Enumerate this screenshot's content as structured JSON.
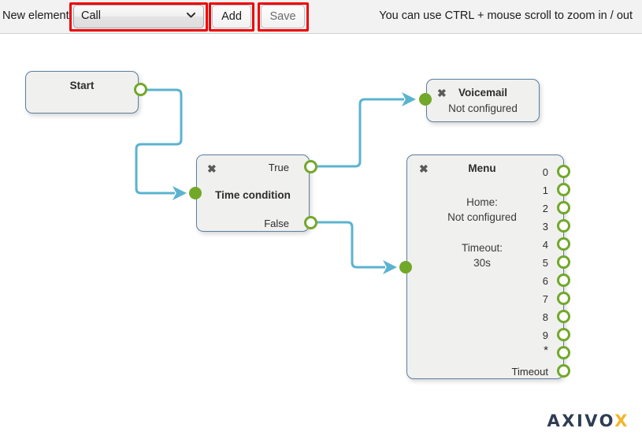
{
  "toolbar": {
    "label": "New element",
    "element_select": {
      "value": "Call",
      "options": [
        "Call"
      ],
      "icon": "chevron-down-icon"
    },
    "add_label": "Add",
    "save_label": "Save",
    "hint": "You can use CTRL + mouse scroll to zoom in / out"
  },
  "annotations": {
    "arrow_color": "#ef0000",
    "highlight_color": "#ef0000",
    "arrows": 3
  },
  "nodes": {
    "start": {
      "title": "Start",
      "close_icon": null
    },
    "time_condition": {
      "title": "Time condition",
      "close_icon": "close-icon",
      "outputs": [
        {
          "label": "True"
        },
        {
          "label": "False"
        }
      ]
    },
    "voicemail": {
      "title": "Voicemail",
      "subtitle": "Not configured",
      "close_icon": "close-icon"
    },
    "menu": {
      "title": "Menu",
      "home_label": "Home:",
      "home_value": "Not configured",
      "timeout_label": "Timeout:",
      "timeout_value": "30s",
      "close_icon": "close-icon",
      "outputs": [
        "0",
        "1",
        "2",
        "3",
        "4",
        "5",
        "6",
        "7",
        "8",
        "9",
        "*",
        "Timeout"
      ]
    }
  },
  "colors": {
    "node_fill": "#f0f0ef",
    "node_border": "#5b7f9e",
    "port_green": "#72a829",
    "connector_blue": "#5bb3cf",
    "toolbar_bg": "#f2f2f2",
    "logo_navy": "#2e3d54",
    "logo_orange": "#f3b52c"
  },
  "brand": {
    "name_main": "AXIVO",
    "name_accent": "X"
  }
}
